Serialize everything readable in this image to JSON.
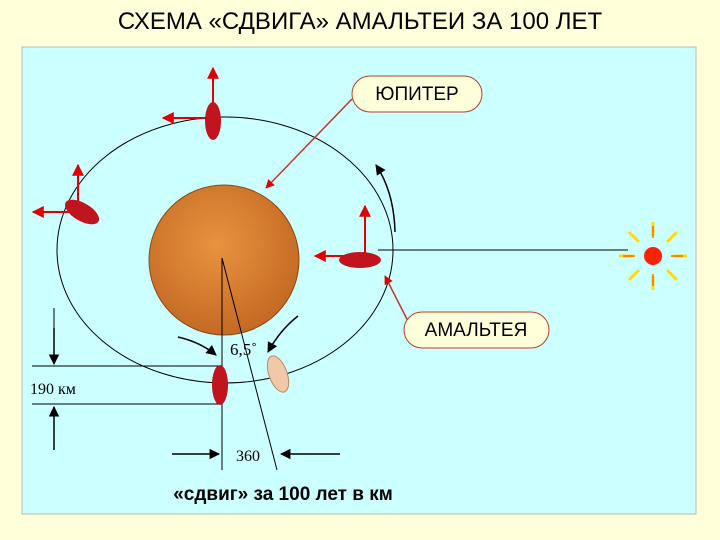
{
  "title": "СХЕМА «СДВИГА» АМАЛЬТЕИ ЗА 100 ЛЕТ",
  "labels": {
    "jupiter": "ЮПИТЕР",
    "amalthea": "АМАЛЬТЕЯ",
    "angle": "6,5˚",
    "distance_190": "190 км",
    "distance_360": "360",
    "shift_caption": "«сдвиг» за 100 лет в км"
  },
  "colors": {
    "page_background": "#ffffd9",
    "panel_background": "#ccffff",
    "jupiter_fill": "#d27a30",
    "moon_fill": "#c0141e",
    "moon_shifted_fill": "#f2c9a8",
    "arrow": "#e00000",
    "sun": "#ff2200",
    "label_box": "#ffffd9",
    "callout_line": "#c0392b"
  },
  "icons": {
    "sun": "sun-icon",
    "planet": "jupiter-icon",
    "moon": "amalthea-icon"
  }
}
